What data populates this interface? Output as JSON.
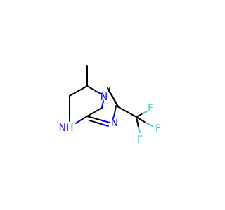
{
  "molecule": {
    "atoms": {
      "n4_label": "N",
      "n1_label": "N",
      "nh_label": "NH",
      "f_top_label": "F",
      "f_right_label": "F",
      "f_bottom_label": "F"
    },
    "colors": {
      "nitrogen": "#0000ff",
      "fluorine": "#33cccc",
      "carbon": "#000000",
      "background": "#ffffff"
    }
  }
}
